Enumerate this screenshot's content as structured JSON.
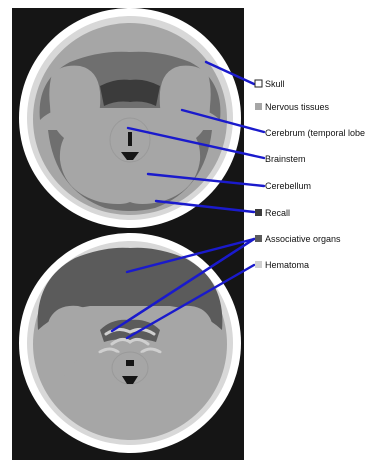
{
  "colors": {
    "background_panel": "#151515",
    "skull": "#ffffff",
    "nervous_tissue": "#a6a6a6",
    "tissue_dark": "#6f6f6f",
    "recall": "#3b3b3b",
    "associative": "#5b5b5b",
    "hematoma": "#cfcfcf",
    "pointer_line": "#1a1acc"
  },
  "legend": [
    {
      "key": "skull",
      "label": "Skull",
      "swatch": "#ffffff",
      "outlined": true
    },
    {
      "key": "nervous",
      "label": "Nervous tissues",
      "swatch": "#a6a6a6",
      "outlined": false
    },
    {
      "key": "temporal",
      "label": "Cerebrum (temporal lobe",
      "swatch": null,
      "outlined": false
    },
    {
      "key": "brainstem",
      "label": "Brainstem",
      "swatch": null,
      "outlined": false
    },
    {
      "key": "cerebellum",
      "label": "Cerebellum",
      "swatch": null,
      "outlined": false
    },
    {
      "key": "recall",
      "label": "Recall",
      "swatch": "#3b3b3b",
      "outlined": false
    },
    {
      "key": "associative",
      "label": "Associative organs",
      "swatch": "#5b5b5b",
      "outlined": false
    },
    {
      "key": "hematoma",
      "label": "Hematoma",
      "swatch": "#cfcfcf",
      "outlined": false
    }
  ]
}
